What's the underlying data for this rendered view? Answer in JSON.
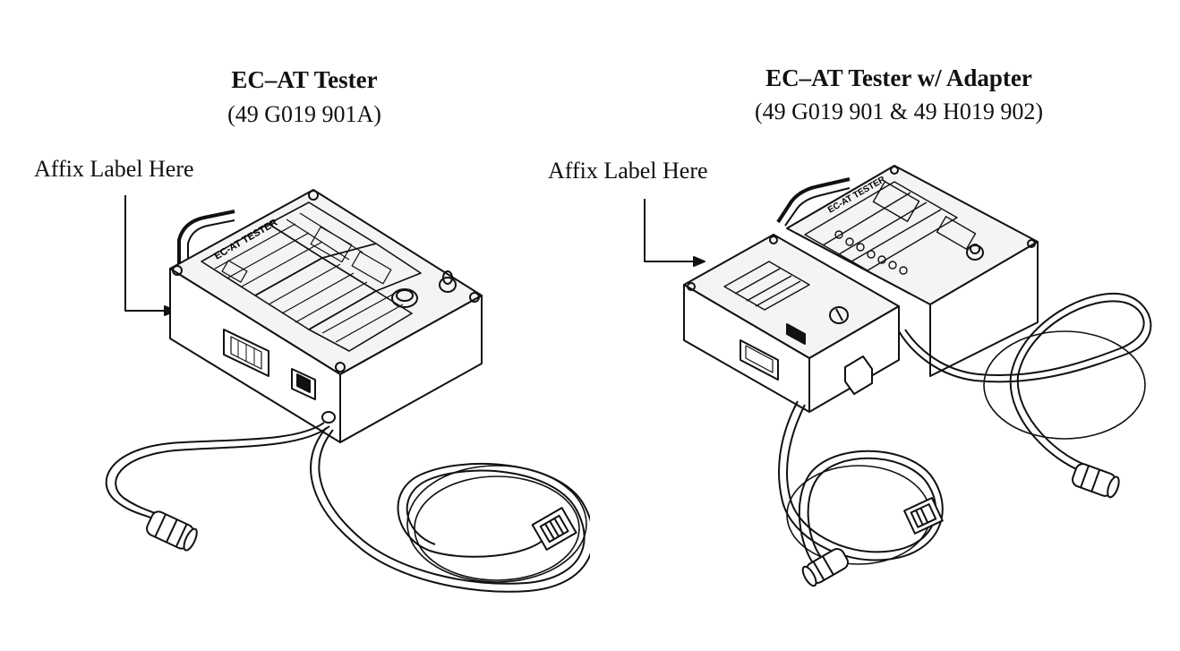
{
  "figures": [
    {
      "title": "EC–AT Tester",
      "subtitle": "(49 G019 901A)",
      "callout": "Affix Label Here",
      "panel_label": "EC-AT TESTER"
    },
    {
      "title": "EC–AT Tester w/ Adapter",
      "subtitle": "(49 G019 901 & 49 H019 902)",
      "callout": "Affix Label Here",
      "panel_label": "EC-AT TESTER"
    }
  ]
}
